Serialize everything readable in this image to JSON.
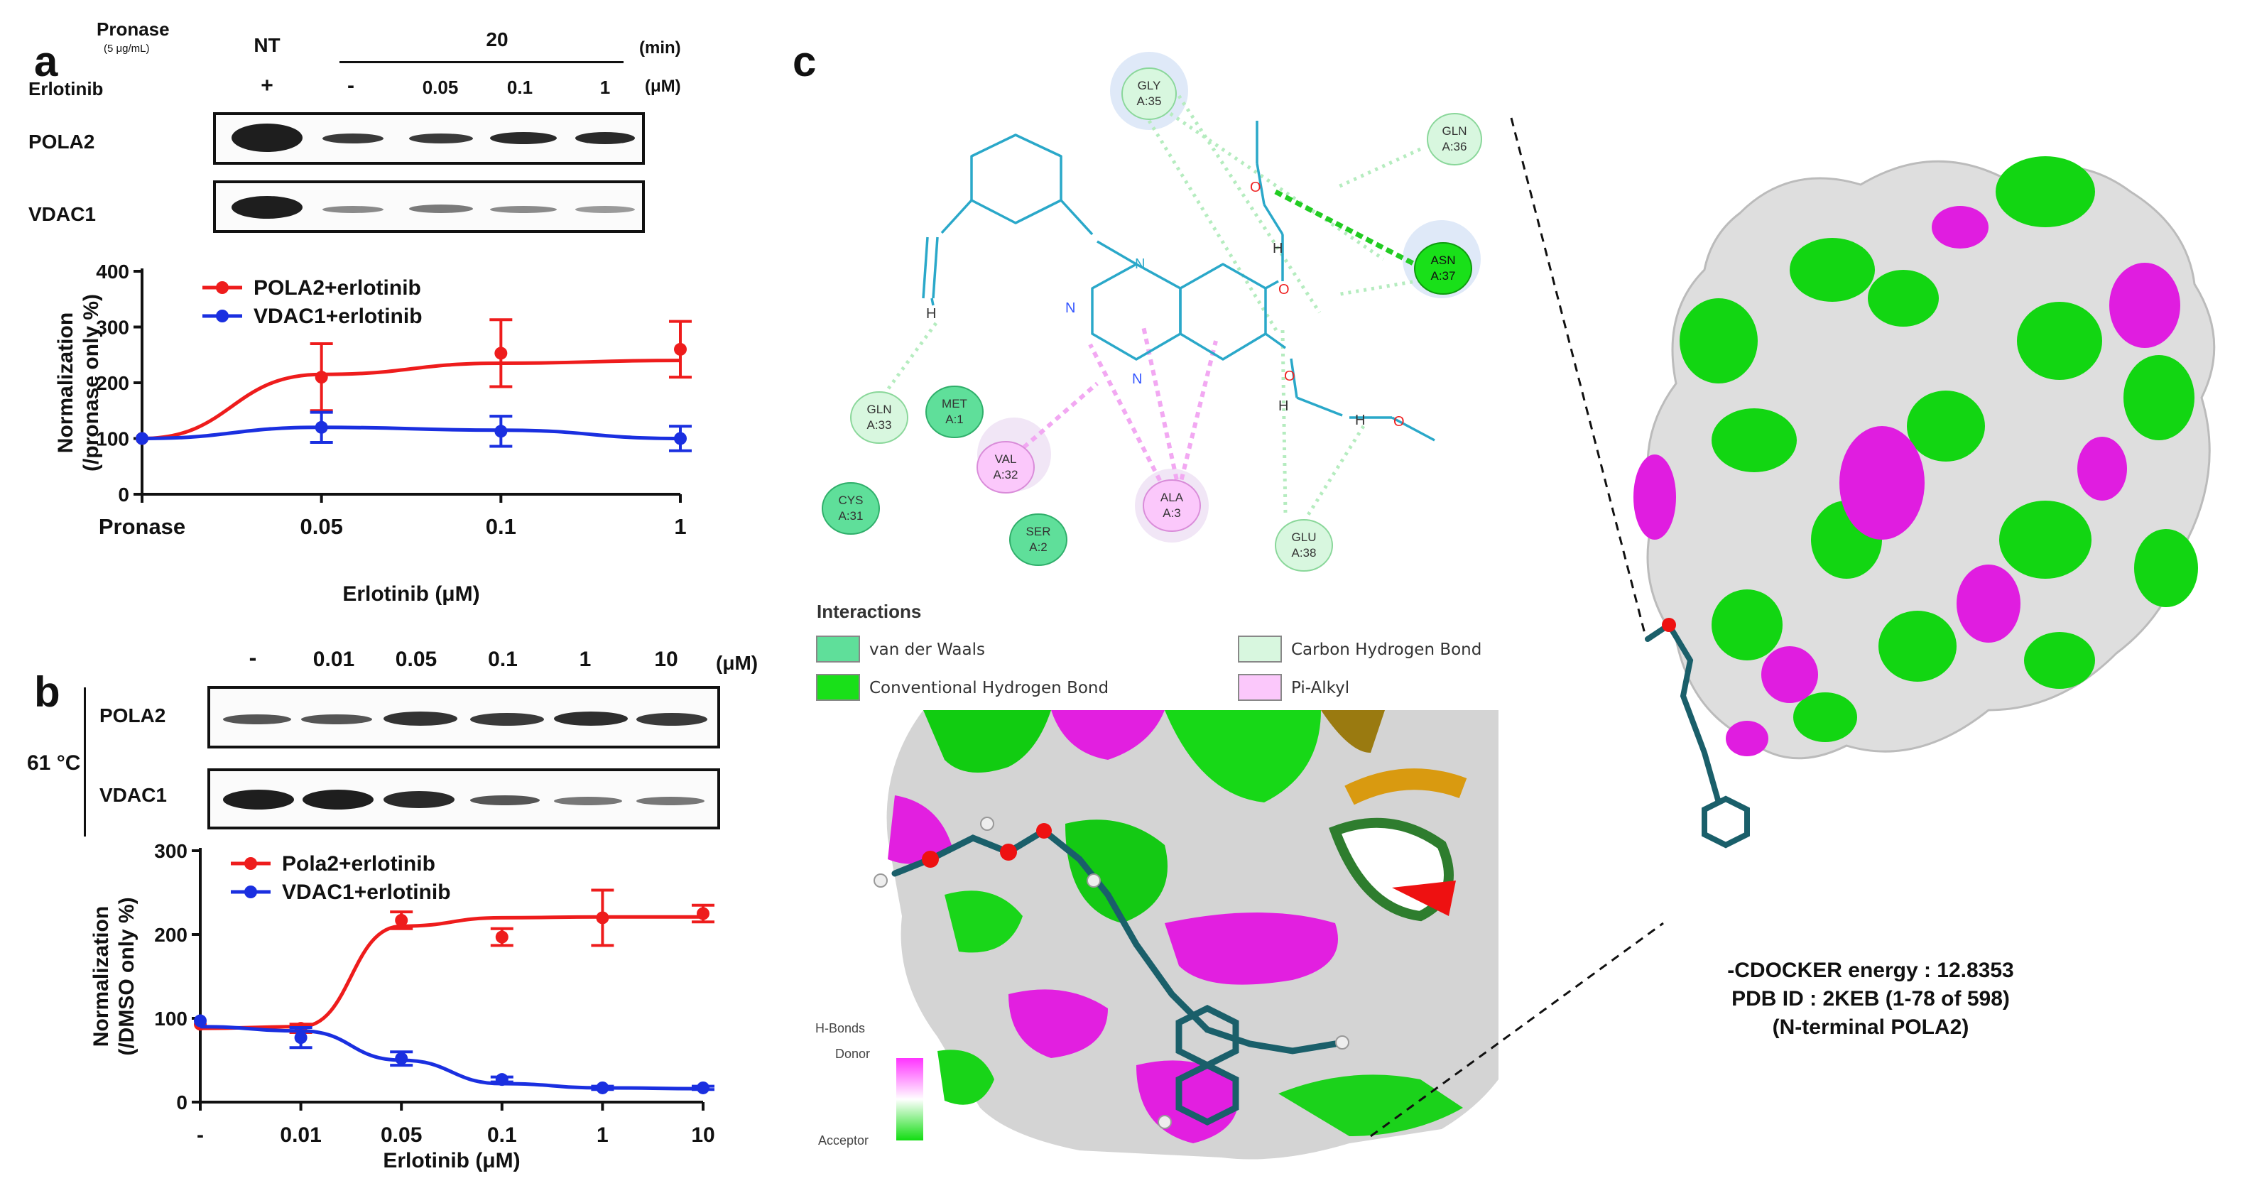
{
  "colors": {
    "red": "#ee1c1c",
    "blue": "#1a2fe0",
    "vdw": "#5fdf9a",
    "hbond": "#19e019",
    "chb": "#d8f7df",
    "pialkyl": "#fbc8fb",
    "ligand": "#2aa8c9",
    "surf_green": "#12d612",
    "surf_magenta": "#e01de0",
    "surf_white": "#d9d9d9"
  },
  "panel_a": {
    "letter": "a",
    "pronase_label": "Pronase",
    "pronase_sub": "(5 μg/mL)",
    "nt": "NT",
    "time_value": "20",
    "time_unit": "(min)",
    "erlotinib_label": "Erlotinib",
    "lanes": [
      "+",
      "-",
      "0.05",
      "0.1",
      "1"
    ],
    "conc_unit": "(μM)",
    "blot_rows": [
      "POLA2",
      "VDAC1"
    ],
    "chart_data": {
      "type": "line",
      "categories": [
        "Pronase",
        "0.05",
        "0.1",
        "1"
      ],
      "ylabel": "Normalization",
      "ylabel2": "(/pronase only %)",
      "xlabel": "Erlotinib (μM)",
      "ylim": [
        0,
        400
      ],
      "yticks": [
        "0",
        "100",
        "200",
        "300",
        "400"
      ],
      "series": [
        {
          "name": "POLA2+erlotinib",
          "color": "#ee1c1c",
          "values": [
            100,
            210,
            253,
            260
          ],
          "err": [
            0,
            60,
            60,
            50
          ],
          "fit": [
            100,
            215,
            235,
            240
          ]
        },
        {
          "name": "VDAC1+erlotinib",
          "color": "#1a2fe0",
          "values": [
            100,
            120,
            113,
            100
          ],
          "err": [
            0,
            27,
            27,
            22
          ],
          "fit": [
            100,
            120,
            115,
            100
          ]
        }
      ]
    }
  },
  "panel_b": {
    "letter": "b",
    "lanes": [
      "-",
      "0.01",
      "0.05",
      "0.1",
      "1",
      "10"
    ],
    "conc_unit": "(μM)",
    "temp": "61 °C",
    "blot_rows": [
      "POLA2",
      "VDAC1"
    ],
    "chart_data": {
      "type": "line",
      "categories": [
        "-",
        "0.01",
        "0.05",
        "0.1",
        "1",
        "10"
      ],
      "ylabel": "Normalization",
      "ylabel2": "(/DMSO only %)",
      "xlabel": "Erlotinib (μM)",
      "ylim": [
        0,
        300
      ],
      "yticks": [
        "0",
        "100",
        "200",
        "300"
      ],
      "series": [
        {
          "name": "Pola2+erlotinib",
          "color": "#ee1c1c",
          "values": [
            93,
            88,
            217,
            197,
            220,
            225
          ],
          "err": [
            0,
            5,
            10,
            10,
            33,
            10
          ],
          "fit": [
            88,
            90,
            210,
            220,
            221,
            221
          ]
        },
        {
          "name": "VDAC1+erlotinib",
          "color": "#1a2fe0",
          "values": [
            97,
            77,
            52,
            27,
            17,
            17
          ],
          "err": [
            0,
            12,
            8,
            3,
            2,
            2
          ],
          "fit": [
            90,
            85,
            50,
            22,
            17,
            16
          ]
        }
      ]
    }
  },
  "panel_c": {
    "letter": "c",
    "residues": [
      {
        "name": "GLY",
        "num": "A:35",
        "kind": "chb"
      },
      {
        "name": "GLN",
        "num": "A:36",
        "kind": "chb"
      },
      {
        "name": "ASN",
        "num": "A:37",
        "kind": "hbond"
      },
      {
        "name": "GLN",
        "num": "A:33",
        "kind": "chb"
      },
      {
        "name": "MET",
        "num": "A:1",
        "kind": "vdw"
      },
      {
        "name": "VAL",
        "num": "A:32",
        "kind": "pialkyl"
      },
      {
        "name": "CYS",
        "num": "A:31",
        "kind": "vdw"
      },
      {
        "name": "SER",
        "num": "A:2",
        "kind": "vdw"
      },
      {
        "name": "ALA",
        "num": "A:3",
        "kind": "pialkyl"
      },
      {
        "name": "GLU",
        "num": "A:38",
        "kind": "chb"
      }
    ],
    "interactions_title": "Interactions",
    "legend": [
      "van der Waals",
      "Carbon Hydrogen Bond",
      "Conventional Hydrogen Bond",
      "Pi-Alkyl"
    ],
    "hbonds_title": "H-Bonds",
    "donor": "Donor",
    "acceptor": "Acceptor",
    "energy": "-CDOCKER energy : 12.8353",
    "pdb": "PDB ID : 2KEB (1-78 of 598)",
    "nterm": "(N-terminal POLA2)"
  }
}
